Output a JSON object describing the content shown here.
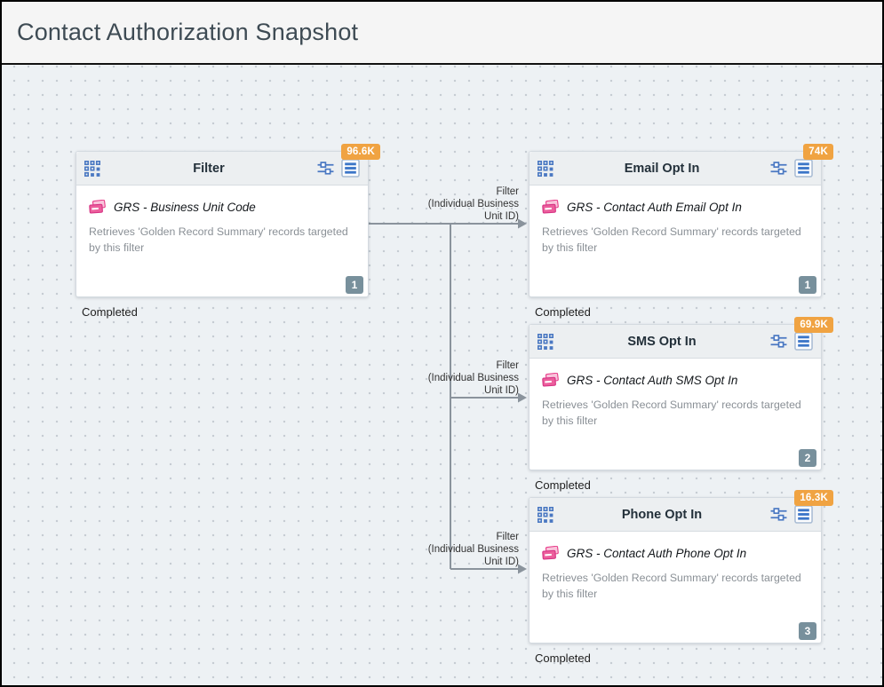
{
  "header": {
    "title": "Contact Authorization Snapshot"
  },
  "canvas": {
    "nodes": [
      {
        "title": "Filter",
        "kpi_badge": "96.6K",
        "source_label": "GRS - Business Unit Code",
        "description": "Retrieves 'Golden Record Summary' records targeted by this filter",
        "sequence_number": "1",
        "status": "Completed"
      },
      {
        "title": "Email Opt In",
        "kpi_badge": "74K",
        "source_label": "GRS - Contact Auth Email Opt In",
        "description": "Retrieves 'Golden Record Summary' records targeted by this filter",
        "sequence_number": "1",
        "status": "Completed"
      },
      {
        "title": "SMS Opt In",
        "kpi_badge": "69.9K",
        "source_label": "GRS - Contact Auth SMS Opt In",
        "description": "Retrieves 'Golden Record Summary' records targeted by this filter",
        "sequence_number": "2",
        "status": "Completed"
      },
      {
        "title": "Phone Opt In",
        "kpi_badge": "16.3K",
        "source_label": "GRS - Contact Auth Phone Opt In",
        "description": "Retrieves 'Golden Record Summary' records targeted by this filter",
        "sequence_number": "3",
        "status": "Completed"
      }
    ],
    "connectors": [
      {
        "label": "Filter\n(Individual Business\nUnit ID)"
      },
      {
        "label": "Filter\n(Individual Business\nUnit ID)"
      },
      {
        "label": "Filter\n(Individual Business\nUnit ID)"
      }
    ],
    "icons": {
      "activity_grid": "activity-grid-icon",
      "configure": "configure-sliders-icon",
      "log": "activity-log-icon",
      "data_source": "data-extension-cards-icon"
    },
    "colors": {
      "kpi_badge_bg": "#F0A342",
      "sequence_badge_bg": "#78909C",
      "icon_blue": "#4A78C2",
      "source_icon_pink": "#E8418C",
      "connector_gray": "#8A939C",
      "title_text": "#3E4B54"
    }
  }
}
